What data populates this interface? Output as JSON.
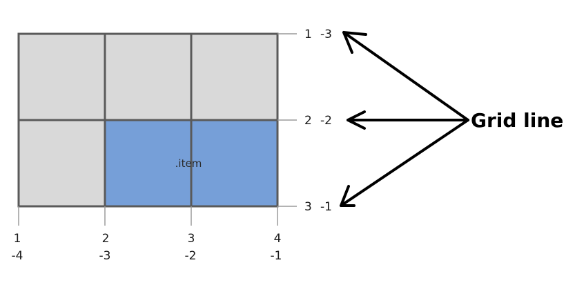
{
  "colors": {
    "cell_fill": "#d9d9d9",
    "item_fill": "#769fd8",
    "grid_stroke": "#5a5a5a",
    "tick_stroke": "#9a9a9a",
    "arrow_stroke": "#000000"
  },
  "item": {
    "label": ".item"
  },
  "row_lines": [
    {
      "positive": "1",
      "negative": "-3"
    },
    {
      "positive": "2",
      "negative": "-2"
    },
    {
      "positive": "3",
      "negative": "-1"
    }
  ],
  "column_lines": [
    {
      "positive": "1",
      "negative": "-4"
    },
    {
      "positive": "2",
      "negative": "-3"
    },
    {
      "positive": "3",
      "negative": "-2"
    },
    {
      "positive": "4",
      "negative": "-1"
    }
  ],
  "callout": {
    "label": "Grid line"
  }
}
